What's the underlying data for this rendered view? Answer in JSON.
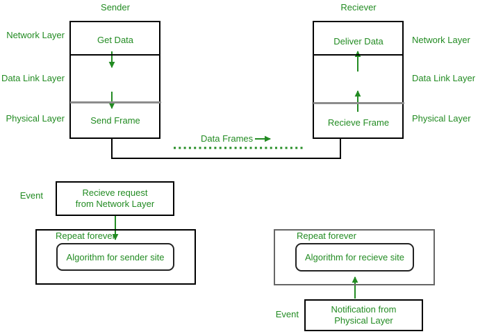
{
  "colors": {
    "accent_green": "#228B22",
    "line_black": "#000000",
    "divider_gray": "#8c8c8c",
    "loop_border_gray": "#666666",
    "background": "#ffffff"
  },
  "sender": {
    "title": "Sender",
    "cells": {
      "top": "Get Data",
      "bottom": "Send Frame"
    },
    "layers": [
      "Network Layer",
      "Data Link Layer",
      "Physical Layer"
    ]
  },
  "receiver": {
    "title": "Reciever",
    "cells": {
      "top": "Deliver Data",
      "bottom": "Recieve Frame"
    },
    "layers": [
      "Network Layer",
      "Data Link Layer",
      "Physical Layer"
    ]
  },
  "channel": {
    "label": "Data Frames"
  },
  "sender_flow": {
    "event_label": "Event",
    "event_line1": "Recieve request",
    "event_line2": "from Network Layer",
    "loop_label": "Repeat forever",
    "algorithm_label": "Algorithm for sender site"
  },
  "receiver_flow": {
    "event_label": "Event",
    "event_line1": "Notification from",
    "event_line2": "Physical Layer",
    "loop_label": "Repeat forever",
    "algorithm_label": "Algorithm for recieve site"
  }
}
